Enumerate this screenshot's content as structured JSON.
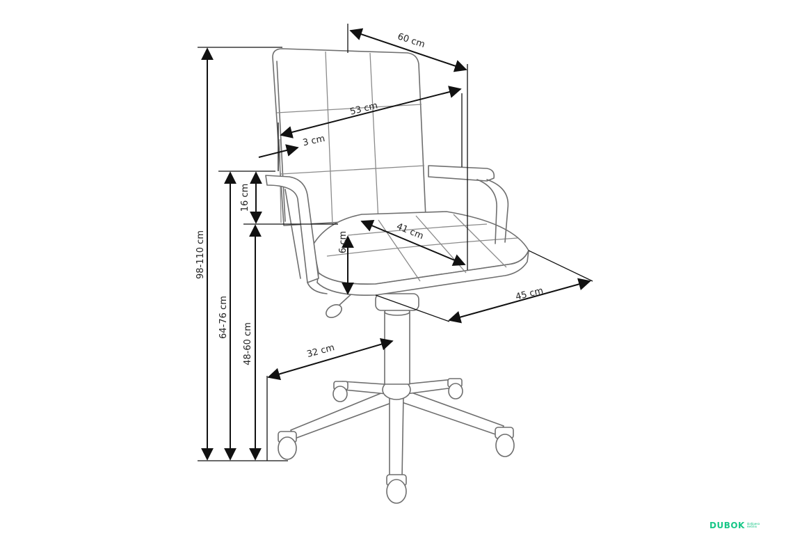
{
  "diagram": {
    "dimensions": {
      "total_height": "98-110 cm",
      "armrest_height": "64-76 cm",
      "seat_height": "48-60 cm",
      "armrest_to_seat": "16 cm",
      "seat_thickness": "6 cm",
      "back_thickness": "3 cm",
      "overall_width": "60 cm",
      "back_width": "53 cm",
      "seat_depth": "41 cm",
      "seat_width": "45 cm",
      "base_radius": "32 cm"
    },
    "colors": {
      "line": "#6e6e6e",
      "dimension": "#111111",
      "brand": "#19c788"
    }
  },
  "brand": {
    "name": "DUBOK",
    "tagline": "фабрика меблів"
  }
}
